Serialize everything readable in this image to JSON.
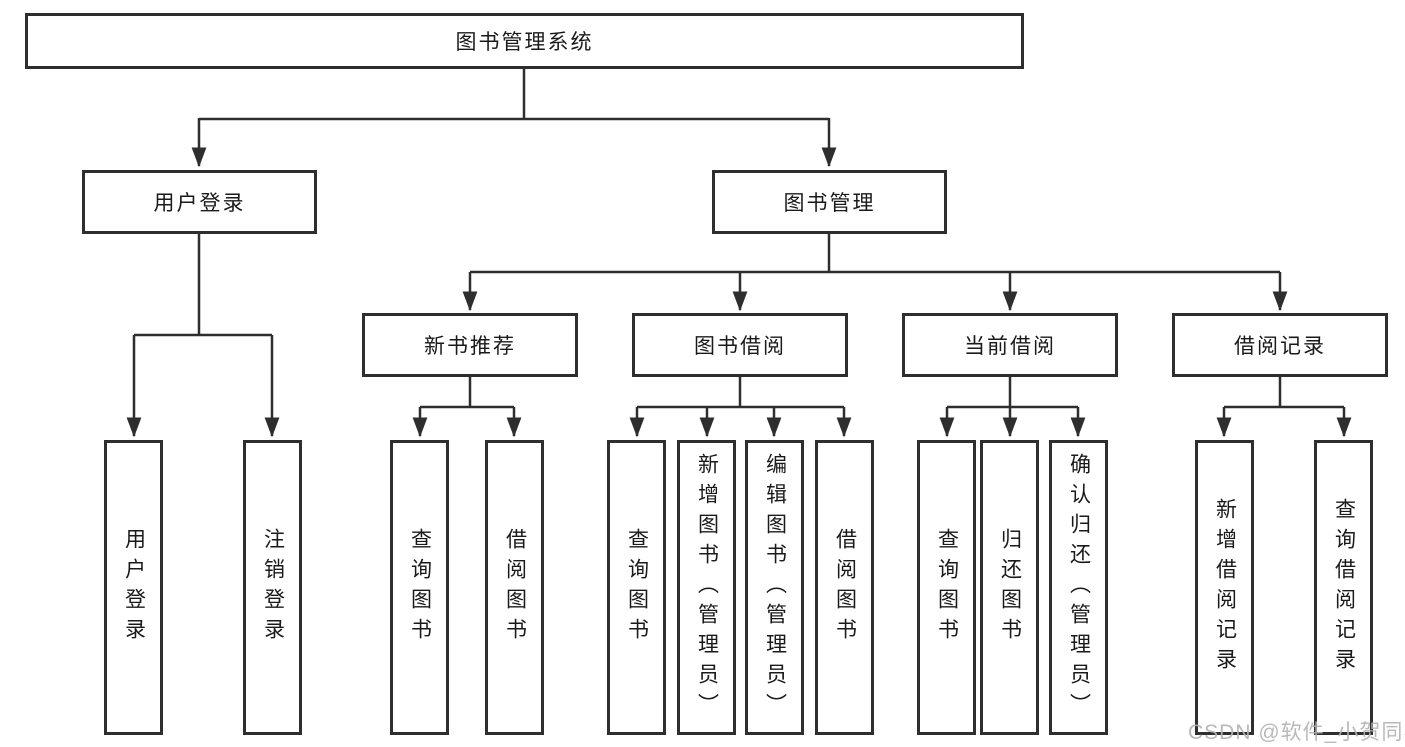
{
  "tree": {
    "root": "图书管理系统",
    "level2": {
      "user_login": "用户登录",
      "book_management": "图书管理"
    },
    "level3": {
      "new_book_recommend": "新书推荐",
      "book_borrow": "图书借阅",
      "current_borrow": "当前借阅",
      "borrow_record": "借阅记录"
    },
    "leaves": {
      "user_login": [
        "用户登录",
        "注销登录"
      ],
      "new_book_recommend": [
        "查询图书",
        "借阅图书"
      ],
      "book_borrow": [
        "查询图书",
        "新增图书（管理员）",
        "编辑图书（管理员）",
        "借阅图书"
      ],
      "current_borrow": [
        "查询图书",
        "归还图书",
        "确认归还（管理员）"
      ],
      "borrow_record": [
        "新增借阅记录",
        "查询借阅记录"
      ]
    }
  },
  "watermark": "CSDN @软件_小贺同学",
  "colors": {
    "stroke": "#2e2e2e",
    "text": "#1a1a1a",
    "watermark": "#b2b2b2",
    "background": "#ffffff"
  }
}
